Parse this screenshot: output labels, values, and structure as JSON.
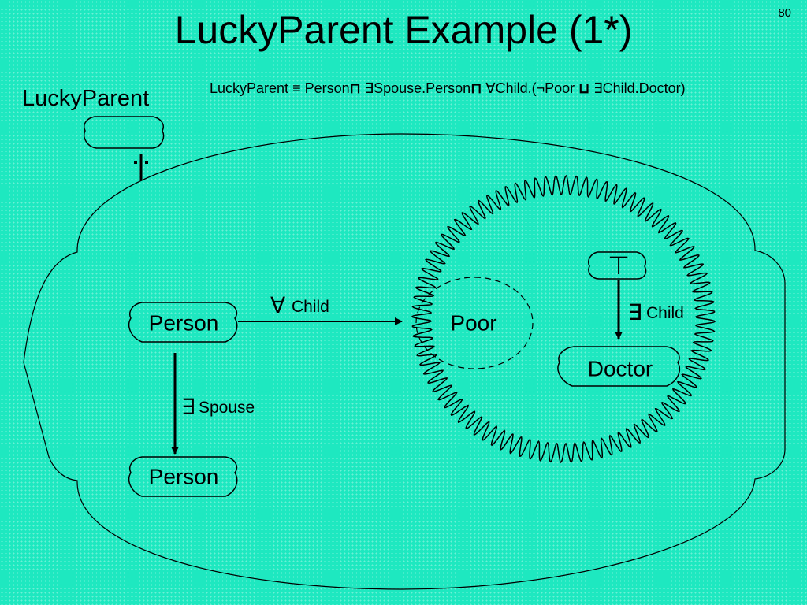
{
  "slide": {
    "title": "LuckyParent Example (1*)",
    "page_number": "80"
  },
  "definition": {
    "lhs": "LuckyParent",
    "equiv": "≡",
    "part1": "Person",
    "and1": "⊓",
    "part2": "∃Spouse.Person",
    "and2": "⊓",
    "part3": "∀Child.(¬Poor",
    "or": "⊔",
    "part4": "∃Child.Doctor)"
  },
  "diagram": {
    "concept_label": "LuckyParent",
    "nodes": {
      "person_top": "Person",
      "person_bottom": "Person",
      "poor": "Poor",
      "doctor": "Doctor",
      "top": "⊤"
    },
    "edges": {
      "forall_child": {
        "quantifier": "∀",
        "role": "Child"
      },
      "exists_spouse": {
        "quantifier": "∃",
        "role": "Spouse"
      },
      "exists_child": {
        "quantifier": "∃",
        "role": "Child"
      }
    }
  },
  "colors": {
    "background": "#1ee8c0",
    "ink": "#000000"
  }
}
